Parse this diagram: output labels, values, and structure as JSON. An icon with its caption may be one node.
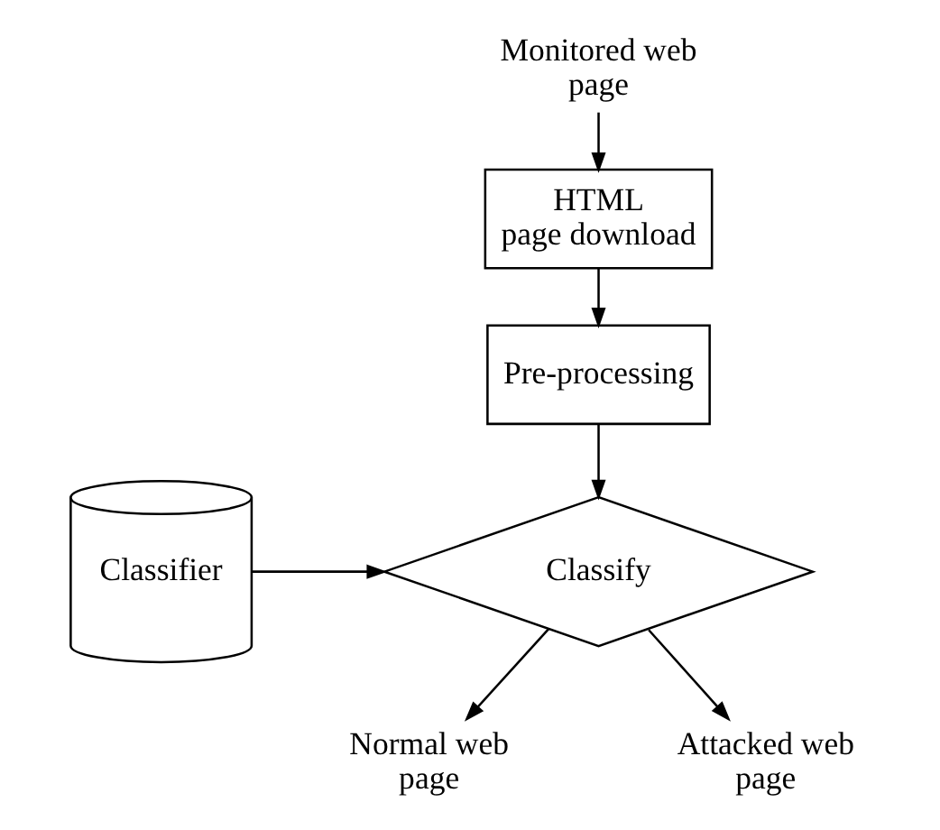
{
  "diagram": {
    "nodes": [
      {
        "text": [
          "Monitored web page"
        ]
      },
      {
        "text": [
          "HTML page download"
        ]
      },
      {
        "text": [
          "Pre-processing"
        ]
      },
      {
        "text": [
          "Classifier"
        ]
      },
      {
        "text": [
          "Classify"
        ]
      },
      {
        "text": [
          "Normal web page"
        ]
      },
      {
        "text": [
          "Attacked web page"
        ]
      }
    ],
    "edges": [
      {
        "from": 0,
        "to": 1,
        "arrow": "to"
      },
      {
        "from": 1,
        "to": 2,
        "arrow": "to"
      },
      {
        "from": 2,
        "to": 4,
        "arrow": "to"
      },
      {
        "from": 3,
        "to": 4,
        "arrow": "to"
      },
      {
        "from": 4,
        "to": 5,
        "arrow": "to"
      },
      {
        "from": 4,
        "to": 6,
        "arrow": "to"
      }
    ]
  }
}
